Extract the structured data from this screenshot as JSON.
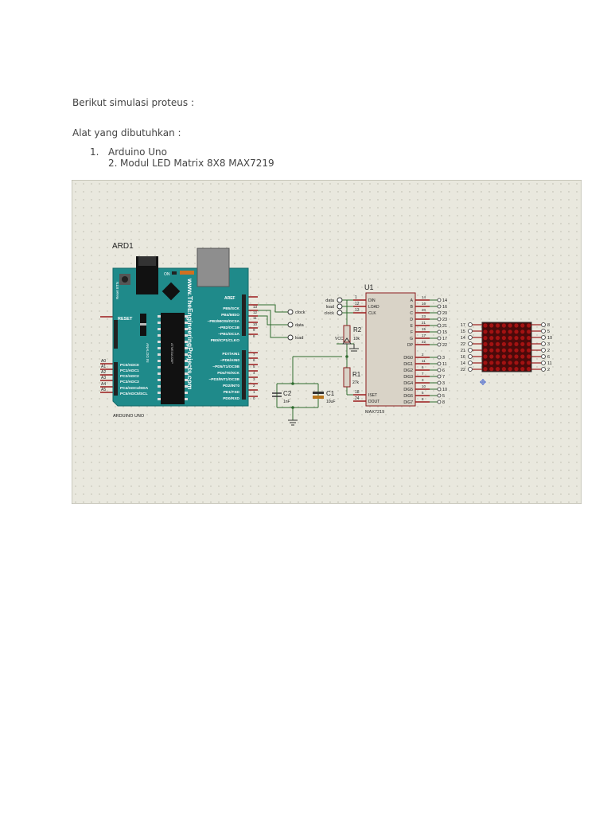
{
  "intro": "Berikut simulasi proteus :",
  "tools_heading": "Alat yang dibutuhkan :",
  "list": [
    {
      "num": "1.",
      "text": "Arduino Uno"
    },
    {
      "num": "2.",
      "text": "Modul LED Matrix 8X8 MAX7219"
    }
  ],
  "schematic": {
    "arduino": {
      "ref": "ARD1",
      "name": "ARDUINO UNO",
      "website": "www.TheEngineeringProjects.com",
      "reset_btn": "Reset BTN",
      "on": "ON",
      "reset": "RESET",
      "aref": "AREF",
      "analog_in": "ANALOG IN",
      "chip": "ATMEGA328P",
      "digital_pins": [
        "PB5/SCK",
        "PB4/MISO",
        "~PB3/MOSI/OC2A",
        "~PB2/OC1B",
        "~PB1/OC1A",
        "PB0/ICP1/CLKO",
        "PD7/AIN1",
        "~PD6/AIN0",
        "~PD5/T1/OC0B",
        "PD4/T0/XCK",
        "~PD3/INT1/OC2B",
        "PD2/INT0",
        "PD1/TXD",
        "PD0/RXD"
      ],
      "pin_numbers_top": [
        "13",
        "12",
        "11",
        "10",
        "9",
        "8"
      ],
      "pin_numbers_bottom": [
        "7",
        "6",
        "5",
        "4",
        "3",
        "2",
        "1",
        "0"
      ],
      "analog_pins": [
        "PC0/ADC0",
        "PC1/ADC1",
        "PC2/ADC2",
        "PC3/ADC3",
        "PC4/ADC4/SDA",
        "PC5/ADC5/SCL"
      ],
      "analog_labels": [
        "A0",
        "A1",
        "A2",
        "A3",
        "A4",
        "A5"
      ]
    },
    "net_labels_ard": [
      "clock",
      "data",
      "load"
    ],
    "net_labels_u1": [
      "data",
      "load",
      "clock"
    ],
    "u1": {
      "ref": "U1",
      "part": "MAX7219",
      "left_pins": [
        "DIN",
        "LOAD",
        "CLK"
      ],
      "left_nums": [
        "1",
        "12",
        "13"
      ],
      "iset": "ISET",
      "dout": "DOUT",
      "iset_nums": [
        "18",
        "24"
      ],
      "seg_pins": [
        "A",
        "B",
        "C",
        "D",
        "E",
        "F",
        "G",
        "DP"
      ],
      "seg_nums": [
        "14",
        "16",
        "20",
        "23",
        "21",
        "15",
        "17",
        "22"
      ],
      "dig_pins": [
        "DIG0",
        "DIG1",
        "DIG2",
        "DIG3",
        "DIG4",
        "DIG5",
        "DIG6",
        "DIG7"
      ],
      "dig_nums": [
        "2",
        "11",
        "6",
        "7",
        "3",
        "10",
        "5",
        "8"
      ]
    },
    "seg_net_labels": [
      "14",
      "16",
      "20",
      "23",
      "21",
      "15",
      "17",
      "22"
    ],
    "dig_net_labels": [
      "3",
      "11",
      "6",
      "7",
      "3",
      "10",
      "5",
      "8"
    ],
    "r2": {
      "ref": "R2",
      "value": "10k"
    },
    "r1": {
      "ref": "R1",
      "value": "27k"
    },
    "c2": {
      "ref": "C2",
      "value": "1nF"
    },
    "c1": {
      "ref": "C1",
      "value": "10uF"
    },
    "vcc": "VCC",
    "matrix_left_labels": [
      "17",
      "15",
      "14",
      "22",
      "21",
      "16",
      "14",
      "22"
    ],
    "matrix_right_labels": [
      "8",
      "5",
      "10",
      "3",
      "2",
      "6",
      "11",
      "2"
    ],
    "colors": {
      "board": "#1f8a8a",
      "grid_bg": "#e9e8de",
      "wire": "#2e6b2e",
      "pin": "#9b1b1b",
      "led": "#a31212"
    }
  }
}
